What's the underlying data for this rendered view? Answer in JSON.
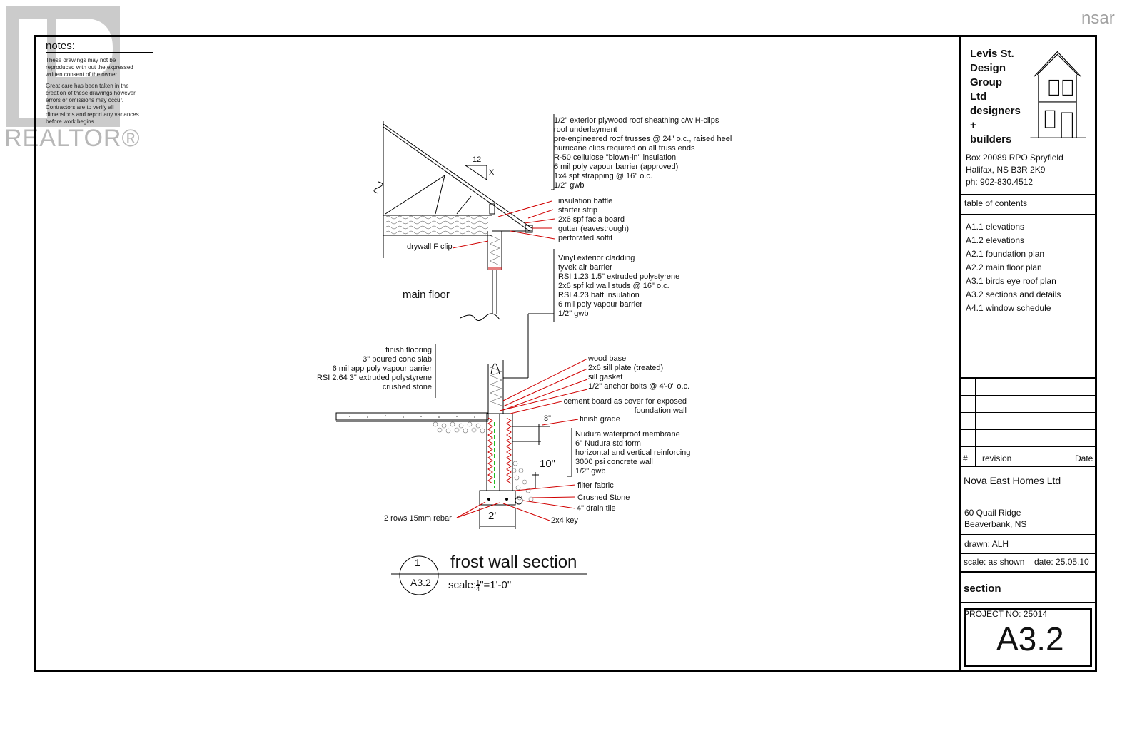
{
  "watermarks": {
    "realtor": "REALTOR®",
    "nsar": "nsar"
  },
  "notes": {
    "heading": "notes:",
    "lines": [
      "These drawings may not be",
      "reproduced with out the expressed",
      "written consent of the owner",
      "",
      "Great care has been taken in the",
      "creation of these drawings however",
      "errors or omissions may occur.",
      "Contractors are to verify all",
      "dimensions and report any variances",
      "before work begins."
    ]
  },
  "roof": {
    "pitch_run": "12",
    "pitch_rise": "X",
    "assembly": [
      "1/2\" exterior plywood roof sheathing c/w H-clips",
      "roof underlayment",
      "pre-engineered roof trusses @ 24\" o.c., raised heel",
      "hurricane clips required on all truss ends",
      "R-50 cellulose \"blown-in\" insulation",
      "6 mil poly vapour barrier (approved)",
      "1x4 spf strapping @ 16\" o.c.",
      "1/2\" gwb"
    ],
    "eave": [
      "insulation baffle",
      "starter strip",
      "2x6 spf facia board",
      "gutter (eavestrough)",
      "perforated soffit"
    ],
    "drywall_clip": "drywall F clip"
  },
  "wall": {
    "main_floor": "main floor",
    "assembly": [
      "Vinyl exterior cladding",
      "tyvek air barrier",
      "RSI 1.23  1.5\" extruded polystyrene",
      "2x6 spf kd wall studs @ 16\" o.c.",
      "RSI 4.23 batt insulation",
      "6 mil poly vapour barrier",
      "1/2\" gwb"
    ]
  },
  "slab": {
    "assembly": [
      "finish flooring",
      "3\" poured conc slab",
      "6 mil app poly vapour barrier",
      "RSI 2.64 3\" extruded polystyrene",
      "crushed stone"
    ]
  },
  "sill": [
    "wood base",
    "2x6 sill plate (treated)",
    "sill gasket",
    "1/2\" anchor bolts @ 4'-0\" o.c."
  ],
  "cement_board": [
    "cement board as cover for exposed",
    "foundation wall"
  ],
  "finish_grade": "finish grade",
  "dim_8": "8\"",
  "dim_10": "10\"",
  "dim_2": "2'",
  "foundation": [
    "Nudura waterproof membrane",
    "6\" Nudura std form",
    "horizontal and vertical reinforcing",
    "3000 psi concrete wall",
    "1/2\" gwb"
  ],
  "drainage": {
    "filter": "filter fabric",
    "stone": "Crushed Stone",
    "tile": "4\" drain tile",
    "key": "2x4 key",
    "rebar": "2 rows 15mm rebar"
  },
  "section_callout": {
    "number": "1",
    "sheet": "A3.2",
    "title": "frost wall section",
    "scale_prefix": "scale:",
    "scale_num": "1",
    "scale_den": "4",
    "scale_suffix": "\"=1'-0\""
  },
  "titleblock": {
    "company": [
      "Levis St.",
      "Design",
      "Group",
      "Ltd",
      "designers",
      "+",
      "builders"
    ],
    "address": [
      "Box 20089 RPO Spryfield",
      "Halifax, NS B3R 2K9",
      "ph: 902-830.4512"
    ],
    "toc_heading": "table of contents",
    "toc": [
      "A1.1 elevations",
      "A1.2 elevations",
      "A2.1 foundation plan",
      "A2.2 main floor plan",
      "A3.1 birds eye roof plan",
      "A3.2 sections and details",
      "A4.1 window schedule"
    ],
    "rev_hash": "#",
    "rev_label": "revision",
    "rev_date": "Date",
    "client": "Nova East Homes Ltd",
    "site": [
      "60 Quail Ridge",
      "Beaverbank, NS"
    ],
    "drawn": "drawn:  ALH",
    "scale": "scale: as shown",
    "date": "date: 25.05.10",
    "sheet_title": "section",
    "project_no": "PROJECT NO:  25014",
    "sheet_no": "A3.2"
  }
}
